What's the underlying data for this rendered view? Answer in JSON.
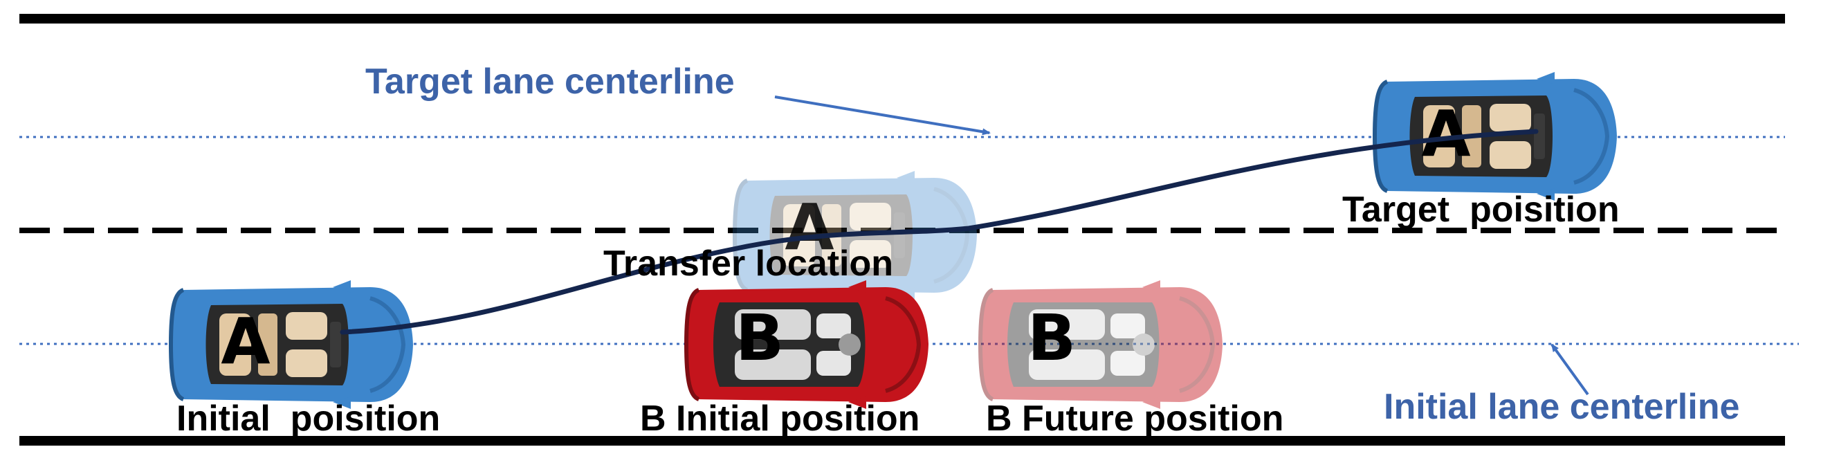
{
  "labels": {
    "target_lane_centerline": "Target lane centerline",
    "initial_lane_centerline": "Initial lane centerline",
    "target_position": "Target  poisition",
    "transfer_location": "Transfer location",
    "initial_position": "Initial  poisition",
    "b_initial_position": "B Initial position",
    "b_future_position": "B Future position"
  },
  "cars": {
    "a_initial": {
      "letter": "A",
      "color": "blue"
    },
    "a_transfer": {
      "letter": "A",
      "color": "blue",
      "faded": true
    },
    "a_target": {
      "letter": "A",
      "color": "blue"
    },
    "b_initial": {
      "letter": "B",
      "color": "red"
    },
    "b_future": {
      "letter": "B",
      "color": "red",
      "faded": true
    }
  },
  "colors": {
    "road_edge": "#000000",
    "lane_divider": "#000000",
    "centerline": "#3f6fbf",
    "label_blue": "#3d63a8",
    "trajectory": "#14254d",
    "car_blue": "#3d86cc",
    "car_red": "#c4141c"
  }
}
